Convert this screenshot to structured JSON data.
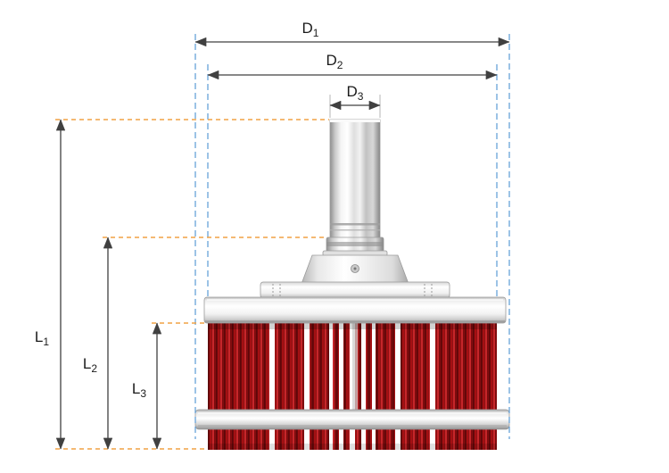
{
  "dimensions": {
    "d1": {
      "letter": "D",
      "sub": "1"
    },
    "d2": {
      "letter": "D",
      "sub": "2"
    },
    "d3": {
      "letter": "D",
      "sub": "3"
    },
    "l1": {
      "letter": "L",
      "sub": "1"
    },
    "l2": {
      "letter": "L",
      "sub": "2"
    },
    "l3": {
      "letter": "L",
      "sub": "3"
    }
  },
  "colors": {
    "dimension_line": "#404040",
    "extension_line": "#5b9bd5",
    "reference_line": "#f0a245",
    "label_text": "#1a1a1a",
    "bristle_dark": "#5e0709",
    "bristle_red": "#a41013",
    "bristle_bright": "#c6262a",
    "metal_highlight": "#ffffff",
    "metal_shadow": "#8f8f8f",
    "background": "#ffffff"
  }
}
